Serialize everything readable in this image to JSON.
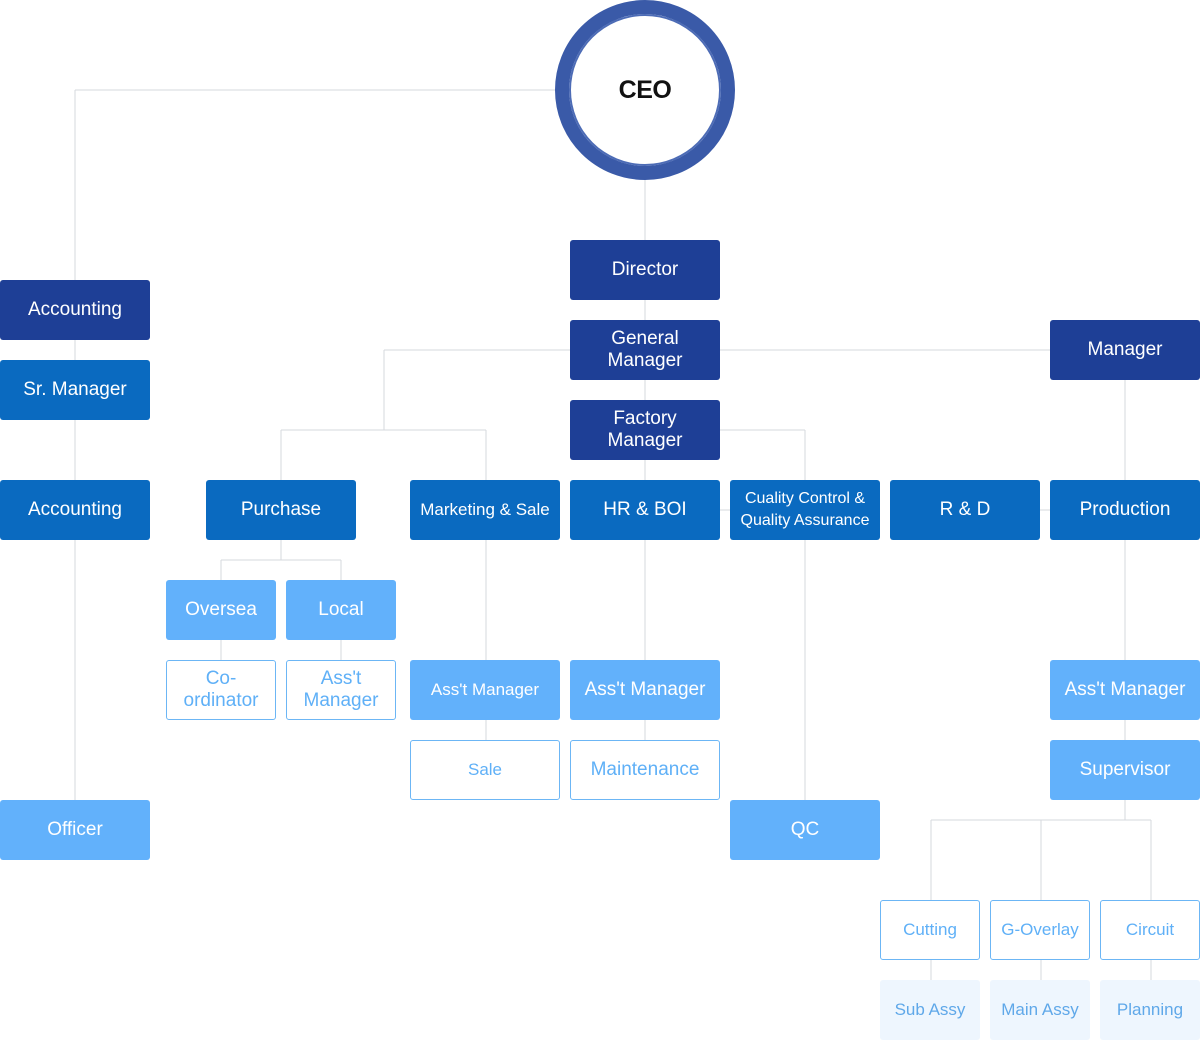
{
  "ceo": "CEO",
  "left": {
    "accounting_head": "Accounting",
    "sr_manager": "Sr. Manager",
    "accounting": "Accounting",
    "officer": "Officer"
  },
  "center": {
    "director": "Director",
    "general_manager": [
      "General",
      "Manager"
    ],
    "factory_manager": [
      "Factory",
      "Manager"
    ]
  },
  "right": {
    "manager": "Manager"
  },
  "departments": {
    "purchase": "Purchase",
    "marketing_sale": "Marketing & Sale",
    "hr_boi": "HR & BOI",
    "qc_qa": [
      "Cuality Control &",
      "Quality Assurance"
    ],
    "rnd": "R & D",
    "production": "Production"
  },
  "purchase_units": {
    "oversea": "Oversea",
    "local": "Local",
    "coordinator": [
      "Co-",
      "ordinator"
    ],
    "asst_manager": [
      "Ass't",
      "Manager"
    ]
  },
  "marketing_units": {
    "asst_manager": "Ass't Manager",
    "sale": "Sale"
  },
  "hr_units": {
    "asst_manager": "Ass't Manager",
    "maintenance": "Maintenance"
  },
  "qc_units": {
    "qc": "QC"
  },
  "production_units": {
    "asst_manager": "Ass't Manager",
    "supervisor": "Supervisor",
    "cutting": "Cutting",
    "g_overlay": "G-Overlay",
    "circuit": "Circuit",
    "sub_assy": "Sub Assy",
    "main_assy": "Main Assy",
    "planning": "Planning"
  }
}
